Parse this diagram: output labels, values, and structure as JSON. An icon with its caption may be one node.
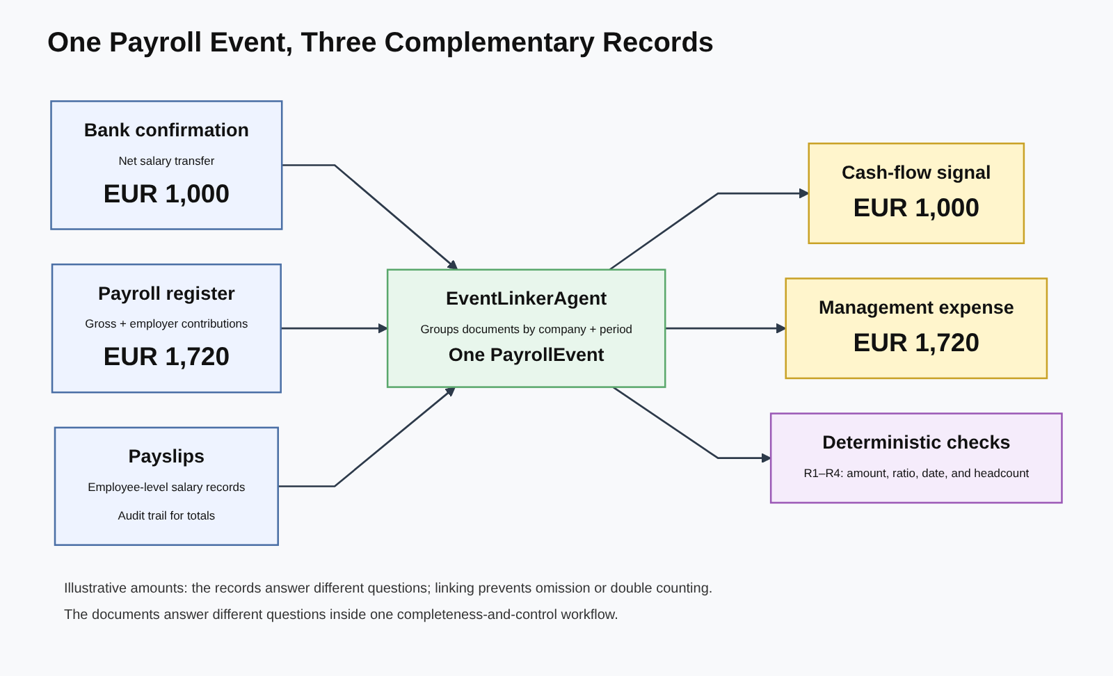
{
  "diagram": {
    "title": "One Payroll Event, Three Complementary Records",
    "nodes": [
      {
        "text": [
          "Bank confirmation",
          "Net salary transfer",
          "EUR 1,000"
        ]
      },
      {
        "text": [
          "Payroll register",
          "Gross + employer contributions",
          "EUR 1,720"
        ]
      },
      {
        "text": [
          "Payslips",
          "Employee-level salary records",
          "Audit trail for totals"
        ]
      },
      {
        "text": [
          "EventLinkerAgent",
          "Groups documents by company + period",
          "One PayrollEvent"
        ]
      },
      {
        "text": [
          "Cash-flow signal",
          "EUR 1,000"
        ]
      },
      {
        "text": [
          "Management expense",
          "EUR 1,720"
        ]
      },
      {
        "text": [
          "Deterministic checks",
          "R1–R4: amount, ratio, date, and headcount"
        ]
      }
    ],
    "edges": [
      {
        "from": 0,
        "to": 3,
        "arrow": "to"
      },
      {
        "from": 1,
        "to": 3,
        "arrow": "to"
      },
      {
        "from": 2,
        "to": 3,
        "arrow": "to"
      },
      {
        "from": 3,
        "to": 4,
        "arrow": "to"
      },
      {
        "from": 3,
        "to": 5,
        "arrow": "to"
      },
      {
        "from": 3,
        "to": 6,
        "arrow": "to"
      }
    ],
    "labels": [
      "Illustrative amounts: the records answer different questions; linking prevents omission or double counting.",
      "The documents answer different questions inside one completeness-and-control workflow."
    ]
  }
}
